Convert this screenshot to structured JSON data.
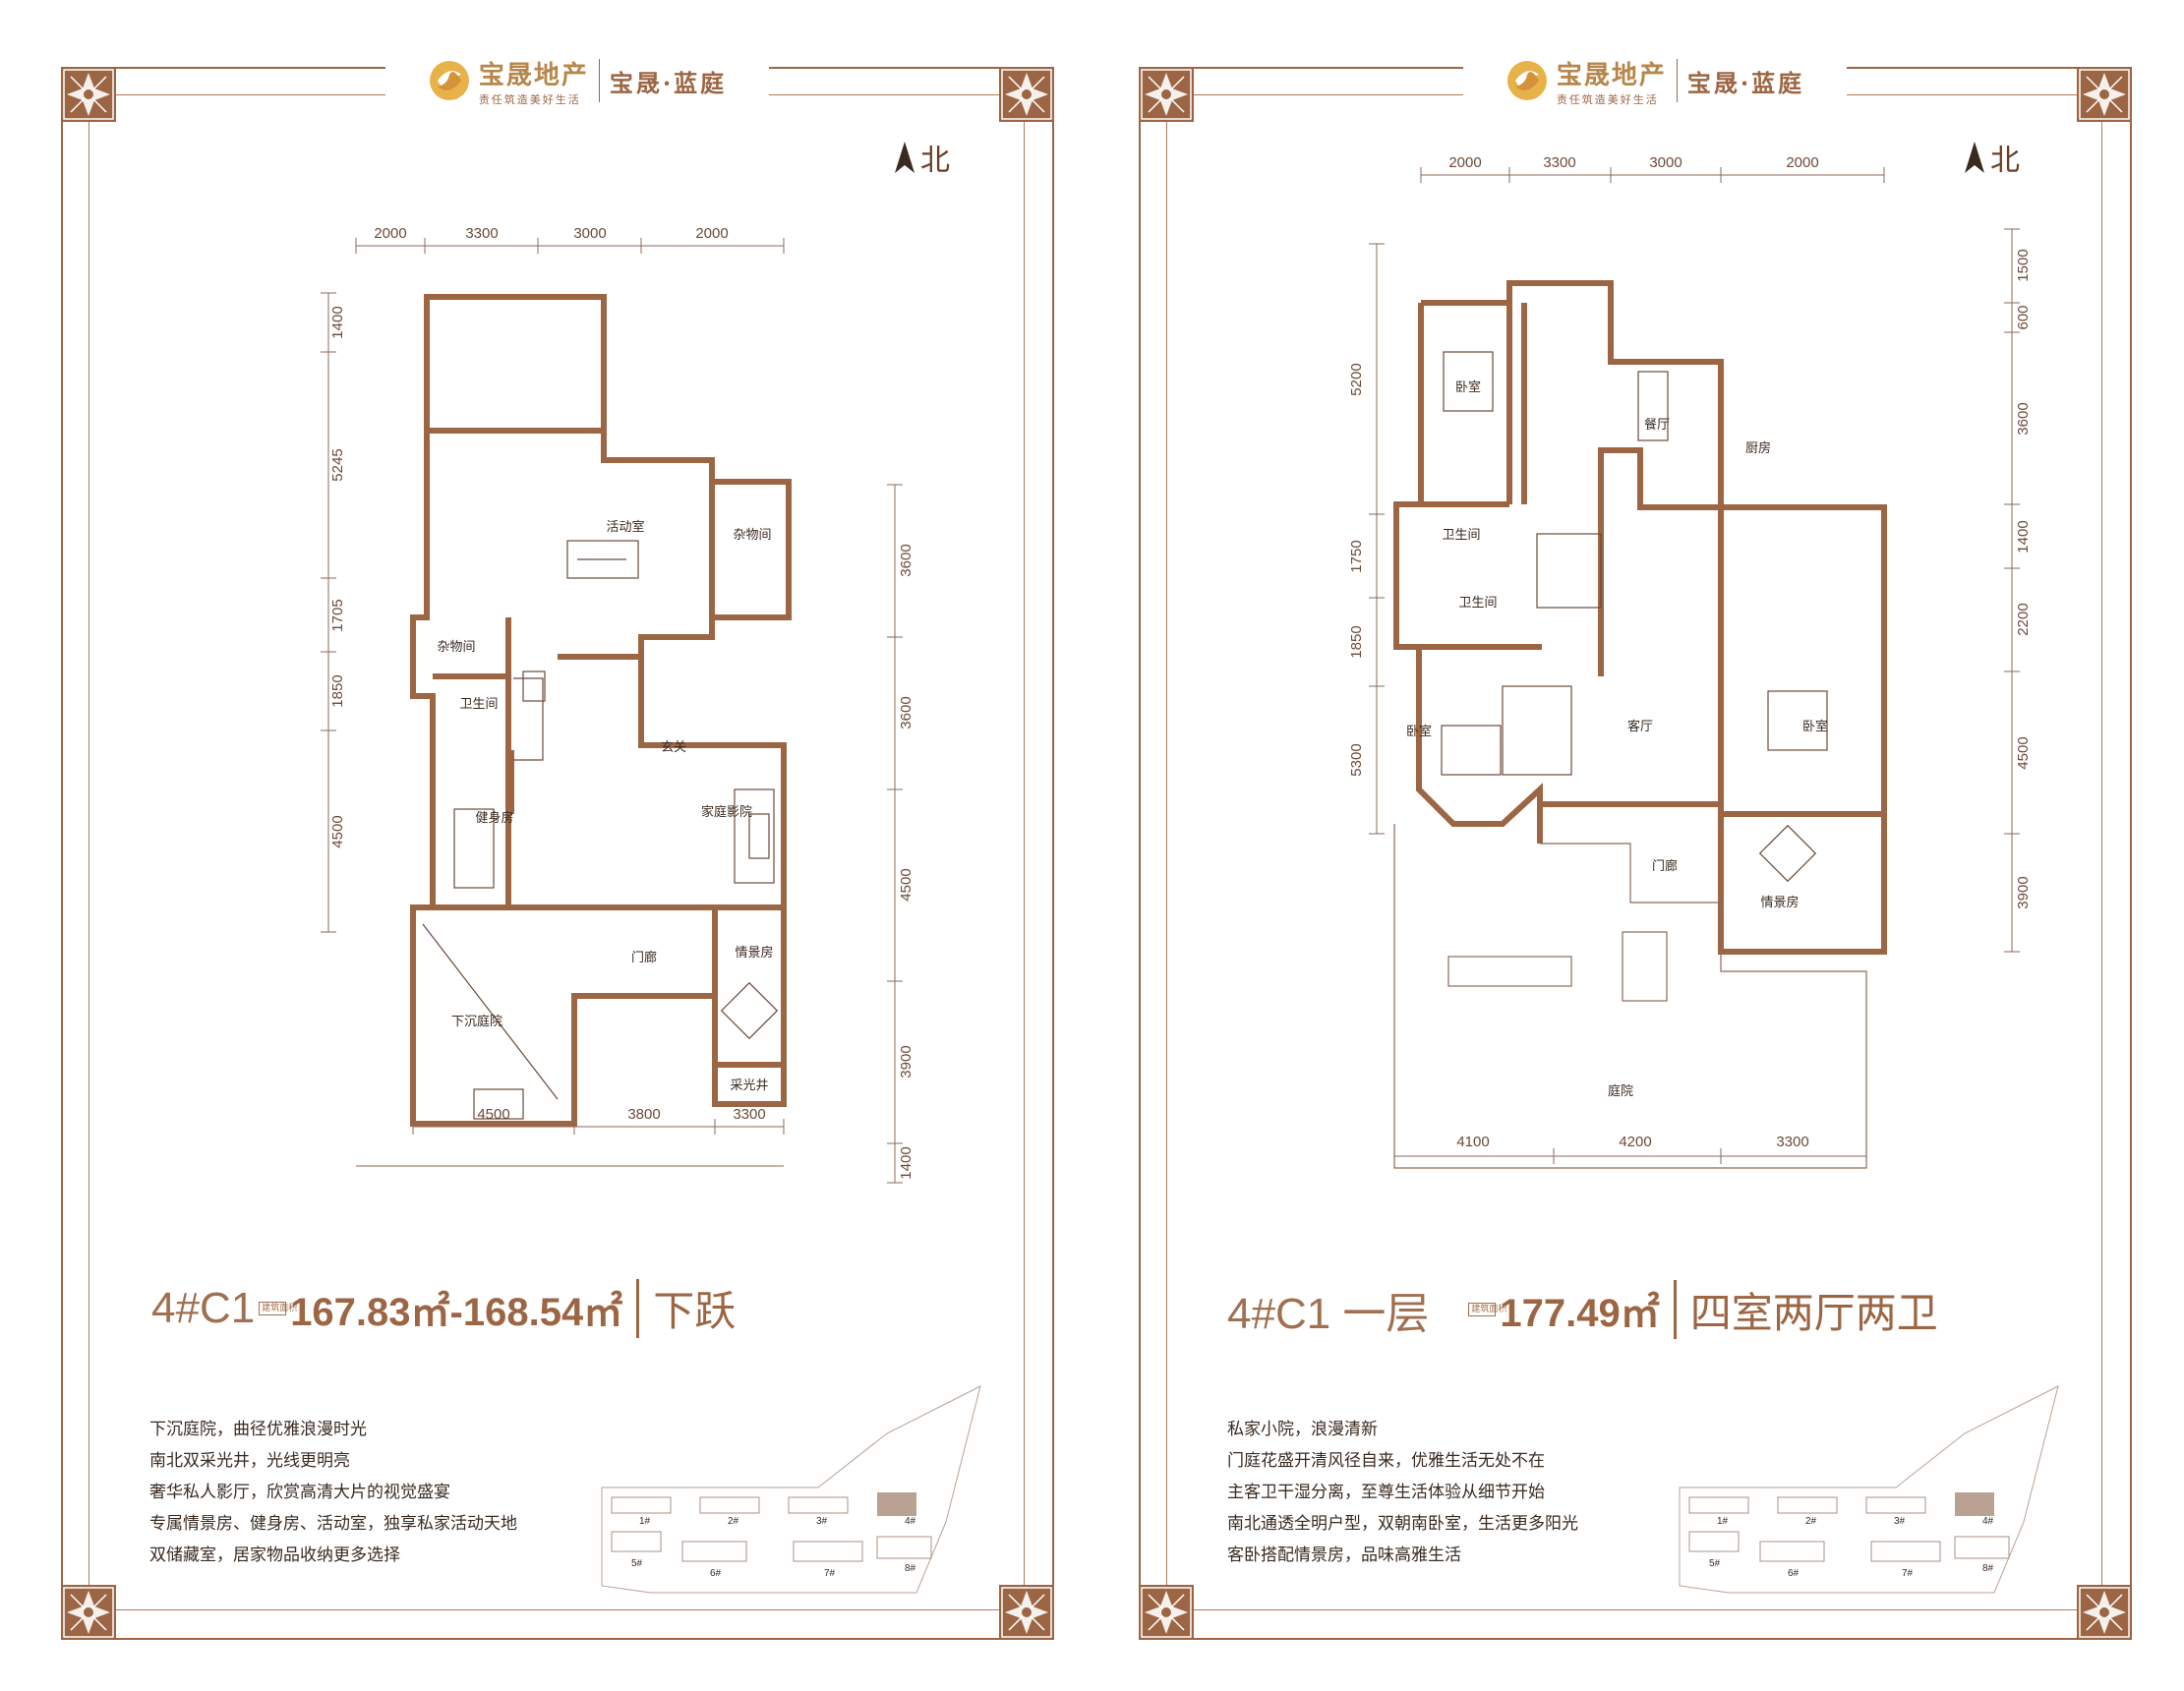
{
  "brand": {
    "developer": "宝晟地产",
    "slogan": "责任筑造美好生活",
    "project": "宝晟·蓝庭"
  },
  "compass": {
    "label": "北"
  },
  "icons": [
    "corner-ornament-icon",
    "brand-logo-icon",
    "north-arrow-icon"
  ],
  "colors": {
    "primary": "#9c6644",
    "wall": "#9c6644",
    "gold": "#b7864a",
    "text": "#3a2a20"
  },
  "left": {
    "unit_code": "4#C1",
    "area_badge": "建筑面积",
    "area": "167.83㎡-168.54㎡",
    "unit_type": "下跃",
    "dims_top": [
      "2000",
      "3300",
      "3000",
      "2000"
    ],
    "dims_bottom": [
      "4500",
      "3800",
      "3300"
    ],
    "dims_left": [
      "1400",
      "5245",
      "1705",
      "1850",
      "4500"
    ],
    "dims_right": [
      "3600",
      "3600",
      "4500",
      "3900",
      "1400"
    ],
    "rooms": {
      "activity": "活动室",
      "storage1": "杂物间",
      "storage2": "杂物间",
      "bath": "卫生间",
      "foyer": "玄关",
      "theater": "家庭影院",
      "gym": "健身房",
      "corridor": "门廊",
      "mood": "情景房",
      "sunken": "下沉庭院",
      "lightwell": "采光井"
    },
    "features": [
      "下沉庭院，曲径优雅浪漫时光",
      "南北双采光井，光线更明亮",
      "奢华私人影厅，欣赏高清大片的视觉盛宴",
      "专属情景房、健身房、活动室，独享私家活动天地",
      "双储藏室，居家物品收纳更多选择"
    ]
  },
  "right": {
    "unit_code": "4#C1 一层",
    "area_badge": "建筑面积",
    "area": "177.49㎡",
    "unit_type": "四室两厅两卫",
    "dims_top": [
      "2000",
      "3300",
      "3000",
      "2000"
    ],
    "dims_bottom": [
      "4100",
      "4200",
      "3300"
    ],
    "dims_left": [
      "5200",
      "1750",
      "1850",
      "5300"
    ],
    "dims_right": [
      "1500",
      "600",
      "3600",
      "1400",
      "2200",
      "4500",
      "3900"
    ],
    "rooms": {
      "bedroom1": "卧室",
      "dining": "餐厅",
      "kitchen": "厨房",
      "bath1": "卫生间",
      "bath2": "卫生间",
      "bedroom2": "卧室",
      "living": "客厅",
      "bedroom3": "卧室",
      "corridor": "门廊",
      "mood": "情景房",
      "yard": "庭院"
    },
    "features": [
      "私家小院，浪漫清新",
      "门庭花盛开清风径自来，优雅生活无处不在",
      "主客卫干湿分离，至尊生活体验从细节开始",
      "南北通透全明户型，双朝南卧室，生活更多阳光",
      "客卧搭配情景房，品味高雅生活"
    ]
  },
  "site_plan": {
    "buildings": [
      "1#",
      "2#",
      "3#",
      "4#",
      "5#",
      "6#",
      "7#",
      "8#"
    ]
  }
}
